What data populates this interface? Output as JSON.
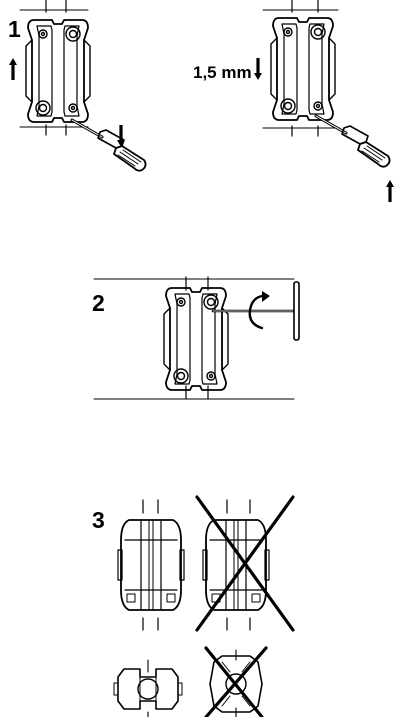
{
  "steps": [
    {
      "number": "1",
      "adjustment": "1,5 mm"
    },
    {
      "number": "2"
    },
    {
      "number": "3"
    }
  ],
  "colors": {
    "ink": "#000000",
    "paper": "#ffffff"
  },
  "icons": [
    "up-arrow-icon",
    "down-arrow-icon",
    "screwdriver-icon",
    "rotate-arrow-icon",
    "t-handle-key-icon",
    "cross-mark-icon"
  ]
}
